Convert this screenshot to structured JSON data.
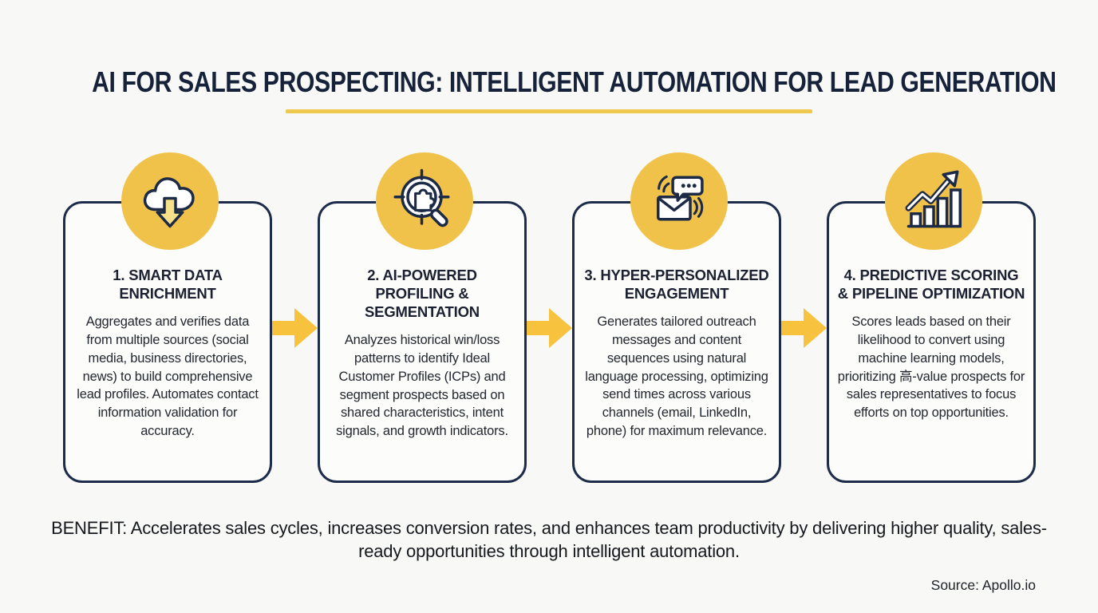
{
  "title": "AI FOR SALES PROSPECTING: INTELLIGENT AUTOMATION FOR LEAD GENERATION",
  "colors": {
    "accent_yellow": "#f1c24a",
    "arrow_yellow": "#f7c33e",
    "divider_yellow": "#eec94e",
    "navy": "#1e2c4c",
    "background": "#f8f8f6"
  },
  "cards": [
    {
      "icon": "cloud-download-icon",
      "title": "1. SMART DATA ENRICHMENT",
      "description": "Aggregates and verifies data from multiple sources (social media, business directories, news) to build comprehensive lead profiles. Automates contact information validation for accuracy."
    },
    {
      "icon": "target-search-icon",
      "title": "2. AI-POWERED PROFILING & SEGMENTATION",
      "description": "Analyzes historical win/loss patterns to identify Ideal Customer Profiles (ICPs) and segment prospects based on shared characteristics, intent signals, and growth indicators."
    },
    {
      "icon": "message-outreach-icon",
      "title": "3. HYPER-PERSONALIZED ENGAGEMENT",
      "description": "Generates tailored outreach messages and content sequences using natural language processing, optimizing send times across various channels (email, LinkedIn, phone) for maximum relevance."
    },
    {
      "icon": "growth-chart-icon",
      "title": "4. PREDICTIVE SCORING & PIPELINE OPTIMIZATION",
      "description": "Scores leads based on their likelihood to convert using machine learning models, prioritizing 高-value prospects for sales representatives to focus efforts on top opportunities."
    }
  ],
  "benefit": "BENEFIT: Accelerates sales cycles, increases conversion rates, and enhances team productivity by delivering higher quality, sales-ready opportunities through intelligent automation.",
  "source": "Source: Apollo.io"
}
